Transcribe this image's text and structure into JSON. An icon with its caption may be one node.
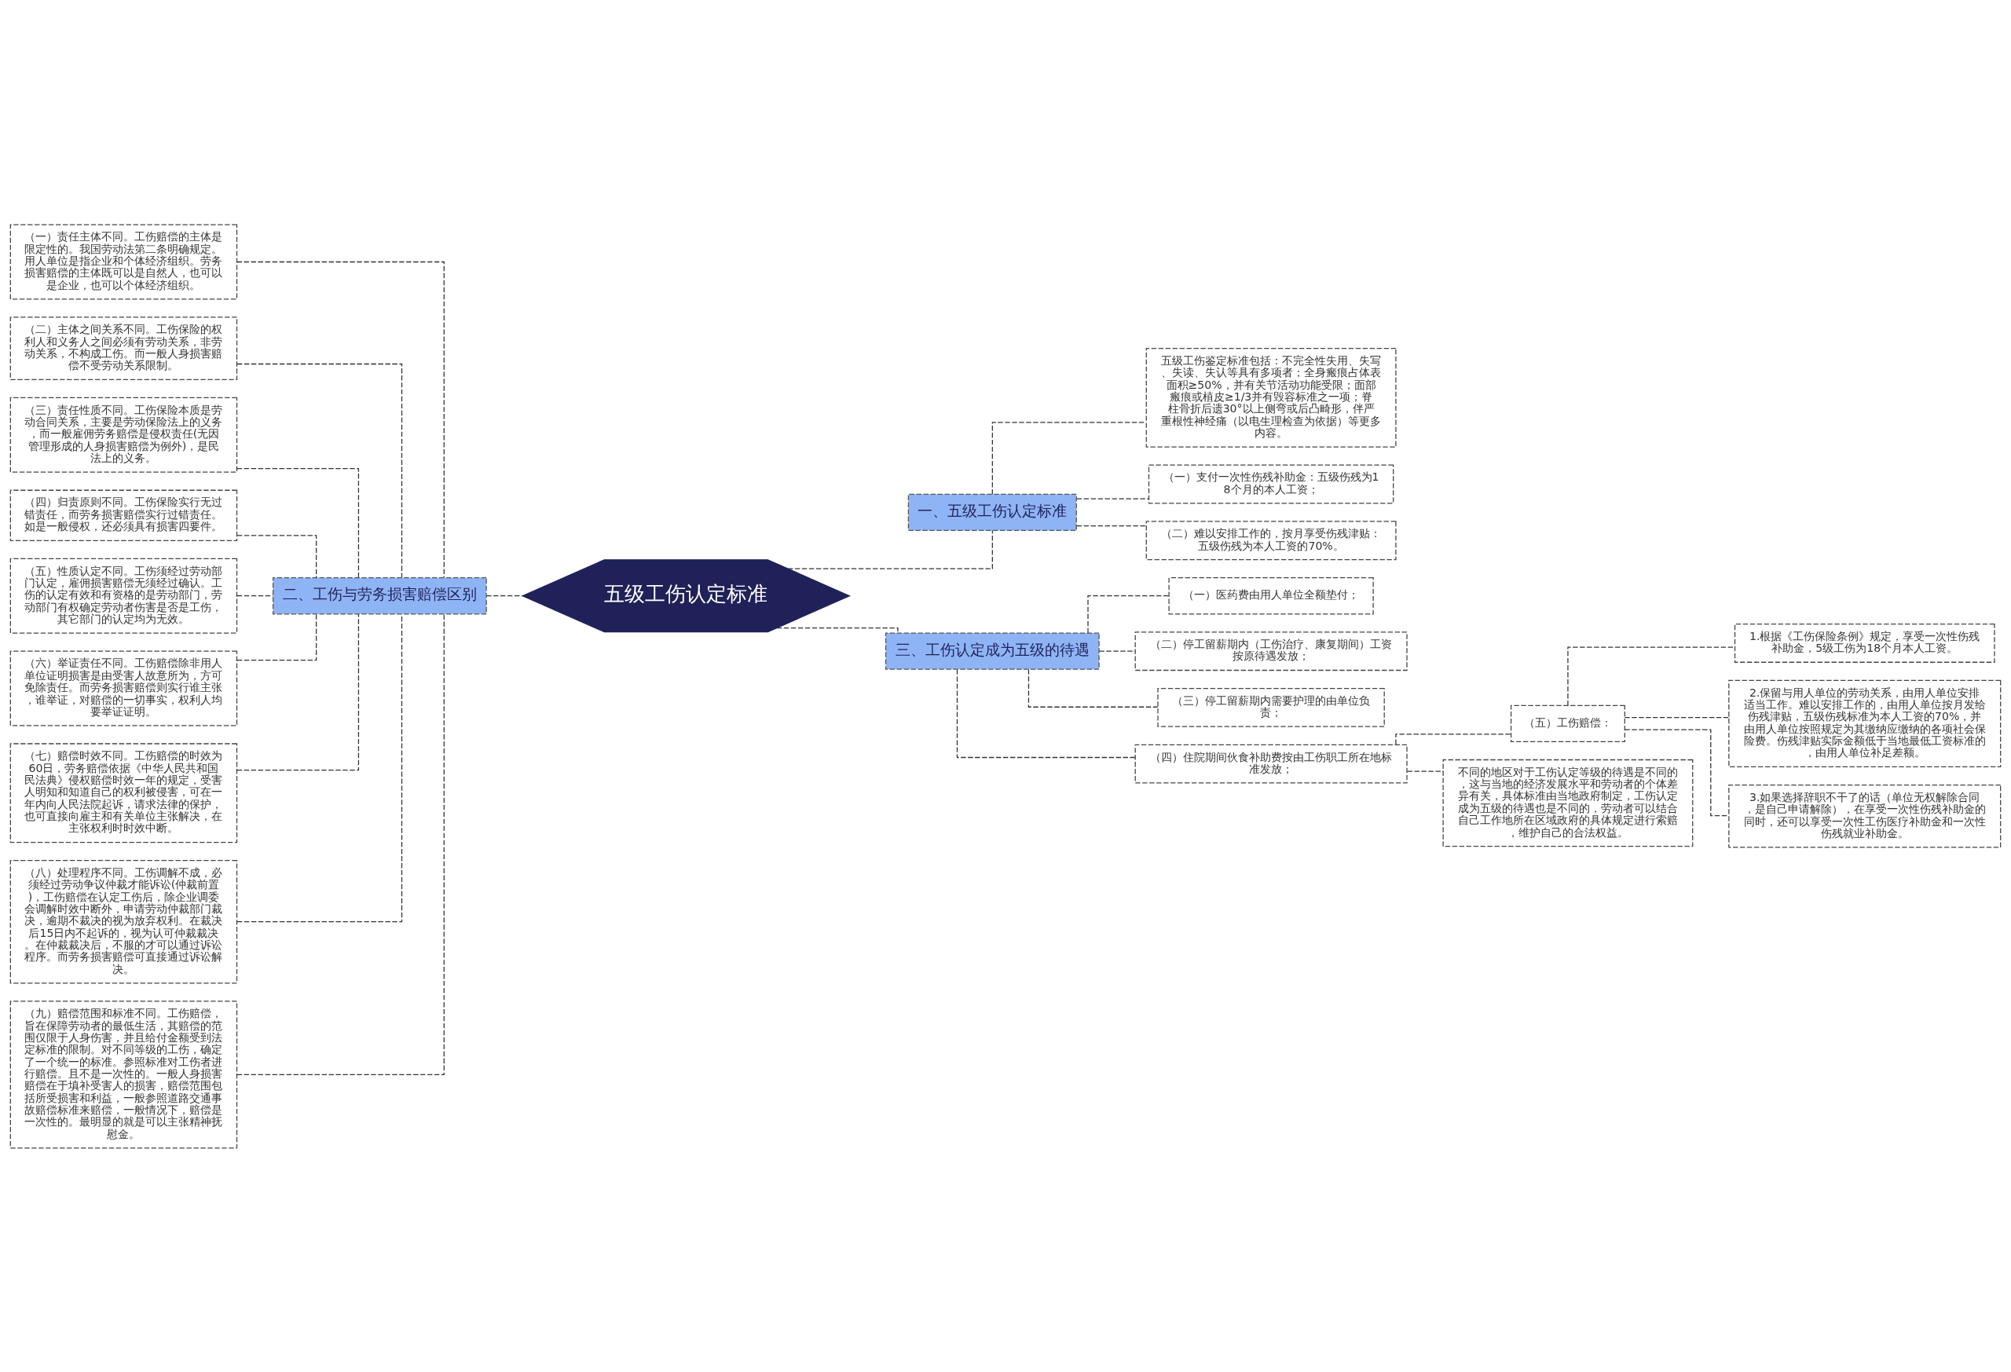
{
  "diagram": {
    "nodes": [
      {
        "text": [
          "五级工伤认定标准"
        ]
      },
      {
        "text": [
          "一、五级工伤认定标准"
        ]
      },
      {
        "text": [
          "五级工伤鉴定标准包括：不完全性失用、失写、失读、失认等具有多项者；全身瘢痕占体表面积≥50%，并有关节活动功能受限；面部瘢痕或植皮≥1/3并有毁容标准之一项；脊柱骨折后遗30°以上侧弯或后凸畸形，伴严重根性神经痛（以电生理检查为依据）等更多内容。"
        ]
      },
      {
        "text": [
          "（一）支付一次性伤残补助金：五级伤残为18个月的本人工资；"
        ]
      },
      {
        "text": [
          "（二）难以安排工作的，按月享受伤残津贴：五级伤残为本人工资的70%。"
        ]
      },
      {
        "text": [
          "三、工伤认定成为五级的待遇"
        ]
      },
      {
        "text": [
          "（一）医药费由用人单位全额垫付；"
        ]
      },
      {
        "text": [
          "（二）停工留薪期内（工伤治疗、康复期间）工资按原待遇发放；"
        ]
      },
      {
        "text": [
          "（三）停工留薪期内需要护理的由单位负责；"
        ]
      },
      {
        "text": [
          "（四）住院期间伙食补助费按由工伤职工所在地标准发放；"
        ]
      },
      {
        "text": [
          "（五）工伤赔偿："
        ]
      },
      {
        "text": [
          "1.根据《工伤保险条例》规定，享受一次性伤残补助金，5级工伤为18个月本人工资。"
        ]
      },
      {
        "text": [
          "2.保留与用人单位的劳动关系，由用人单位安排适当工作。难以安排工作的，由用人单位按月发给伤残津贴，五级伤残标准为本人工资的70%，并由用人单位按照规定为其缴纳应缴纳的各项社会保险费。伤残津贴实际金额低于当地最低工资标准的，由用人单位补足差额。"
        ]
      },
      {
        "text": [
          "3.如果选择辞职不干了的话（单位无权解除合同，是自己申请解除），在享受一次性伤残补助金的同时，还可以享受一次性工伤医疗补助金和一次性伤残就业补助金。"
        ]
      },
      {
        "text": [
          "不同的地区对于工伤认定等级的待遇是不同的，这与当地的经济发展水平和劳动者的个体差异有关，具体标准由当地政府制定，工伤认定成为五级的待遇也是不同的，劳动者可以结合自己工作地所在区域政府的具体规定进行索赔，维护自己的合法权益。"
        ]
      },
      {
        "text": [
          "二、工伤与劳务损害赔偿区别"
        ]
      },
      {
        "text": [
          "（一）责任主体不同。工伤赔偿的主体是限定性的。我国劳动法第二条明确规定。用人单位是指企业和个体经济组织。劳务损害赔偿的主体既可以是自然人，也可以是企业，也可以个体经济组织。"
        ]
      },
      {
        "text": [
          "（二）主体之间关系不同。工伤保险的权利人和义务人之间必须有劳动关系，非劳动关系，不构成工伤。而一般人身损害赔偿不受劳动关系限制。"
        ]
      },
      {
        "text": [
          "（三）责任性质不同。工伤保险本质是劳动合同关系，主要是劳动保险法上的义务，而一般雇佣劳务赔偿是侵权责任(无因管理形成的人身损害赔偿为例外)，是民法上的义务。"
        ]
      },
      {
        "text": [
          "（四）归责原则不同。工伤保险实行无过错责任，而劳务损害赔偿实行过错责任。如是一般侵权，还必须具有损害四要件。"
        ]
      },
      {
        "text": [
          "（五）性质认定不同。工伤须经过劳动部门认定，雇佣损害赔偿无须经过确认。工伤的认定有效和有资格的是劳动部门，劳动部门有权确定劳动者伤害是否是工伤，其它部门的认定均为无效。"
        ]
      },
      {
        "text": [
          "（六）举证责任不同。工伤赔偿除非用人单位证明损害是由受害人故意所为，方可免除责任。而劳务损害赔偿则实行谁主张，谁举证，对赔偿的一切事实，权利人均要举证证明。"
        ]
      },
      {
        "text": [
          "（七）赔偿时效不同。工伤赔偿的时效为60日，劳务赔偿依据《中华人民共和国民法典》侵权赔偿时效一年的规定，受害人明知和知道自己的权利被侵害，可在一年内向人民法院起诉，请求法律的保护，也可直接向雇主和有关单位主张解决，在主张权利时时效中断。"
        ]
      },
      {
        "text": [
          "（八）处理程序不同。工伤调解不成，必须经过劳动争议仲裁才能诉讼(仲裁前置)，工伤赔偿在认定工伤后，除企业调委会调解时效中断外，申请劳动仲裁部门裁决，逾期不裁决的视为放弃权利。在裁决后15日内不起诉的，视为认可仲裁裁决。在仲裁裁决后，不服的才可以通过诉讼程序。而劳务损害赔偿可直接通过诉讼解决。"
        ]
      },
      {
        "text": [
          "（九）赔偿范围和标准不同。工伤赔偿，旨在保障劳动者的最低生活，其赔偿的范围仅限于人身伤害，并且给付金额受到法定标准的限制。对不同等级的工伤，确定了一个统一的标准。参照标准对工伤者进行赔偿。且不是一次性的。一般人身损害赔偿在于填补受害人的损害，赔偿范围包括所受损害和利益，一般参照道路交通事故赔偿标准来赔偿，一般情况下，赔偿是一次性的。最明显的就是可以主张精神抚慰金。"
        ]
      }
    ],
    "edges": [
      {
        "from": 0,
        "to": 1,
        "arrow": "none",
        "style": "dashed"
      },
      {
        "from": 1,
        "to": 2,
        "arrow": "none",
        "style": "dashed"
      },
      {
        "from": 1,
        "to": 3,
        "arrow": "none",
        "style": "dashed"
      },
      {
        "from": 1,
        "to": 4,
        "arrow": "none",
        "style": "dashed"
      },
      {
        "from": 0,
        "to": 5,
        "arrow": "none",
        "style": "dashed"
      },
      {
        "from": 5,
        "to": 6,
        "arrow": "none",
        "style": "dashed"
      },
      {
        "from": 5,
        "to": 7,
        "arrow": "none",
        "style": "dashed"
      },
      {
        "from": 5,
        "to": 8,
        "arrow": "none",
        "style": "dashed"
      },
      {
        "from": 5,
        "to": 9,
        "arrow": "none",
        "style": "dashed"
      },
      {
        "from": 9,
        "to": 10,
        "arrow": "none",
        "style": "dashed"
      },
      {
        "from": 10,
        "to": 11,
        "arrow": "none",
        "style": "dashed"
      },
      {
        "from": 10,
        "to": 12,
        "arrow": "none",
        "style": "dashed"
      },
      {
        "from": 10,
        "to": 13,
        "arrow": "none",
        "style": "dashed"
      },
      {
        "from": 9,
        "to": 14,
        "arrow": "none",
        "style": "dashed"
      },
      {
        "from": 0,
        "to": 15,
        "arrow": "none",
        "style": "dashed"
      },
      {
        "from": 15,
        "to": 16,
        "arrow": "none",
        "style": "dashed"
      },
      {
        "from": 15,
        "to": 17,
        "arrow": "none",
        "style": "dashed"
      },
      {
        "from": 15,
        "to": 18,
        "arrow": "none",
        "style": "dashed"
      },
      {
        "from": 15,
        "to": 19,
        "arrow": "none",
        "style": "dashed"
      },
      {
        "from": 15,
        "to": 20,
        "arrow": "none",
        "style": "dashed"
      },
      {
        "from": 15,
        "to": 21,
        "arrow": "none",
        "style": "dashed"
      },
      {
        "from": 15,
        "to": 22,
        "arrow": "none",
        "style": "dashed"
      },
      {
        "from": 15,
        "to": 23,
        "arrow": "none",
        "style": "dashed"
      },
      {
        "from": 15,
        "to": 24,
        "arrow": "none",
        "style": "dashed"
      }
    ]
  }
}
